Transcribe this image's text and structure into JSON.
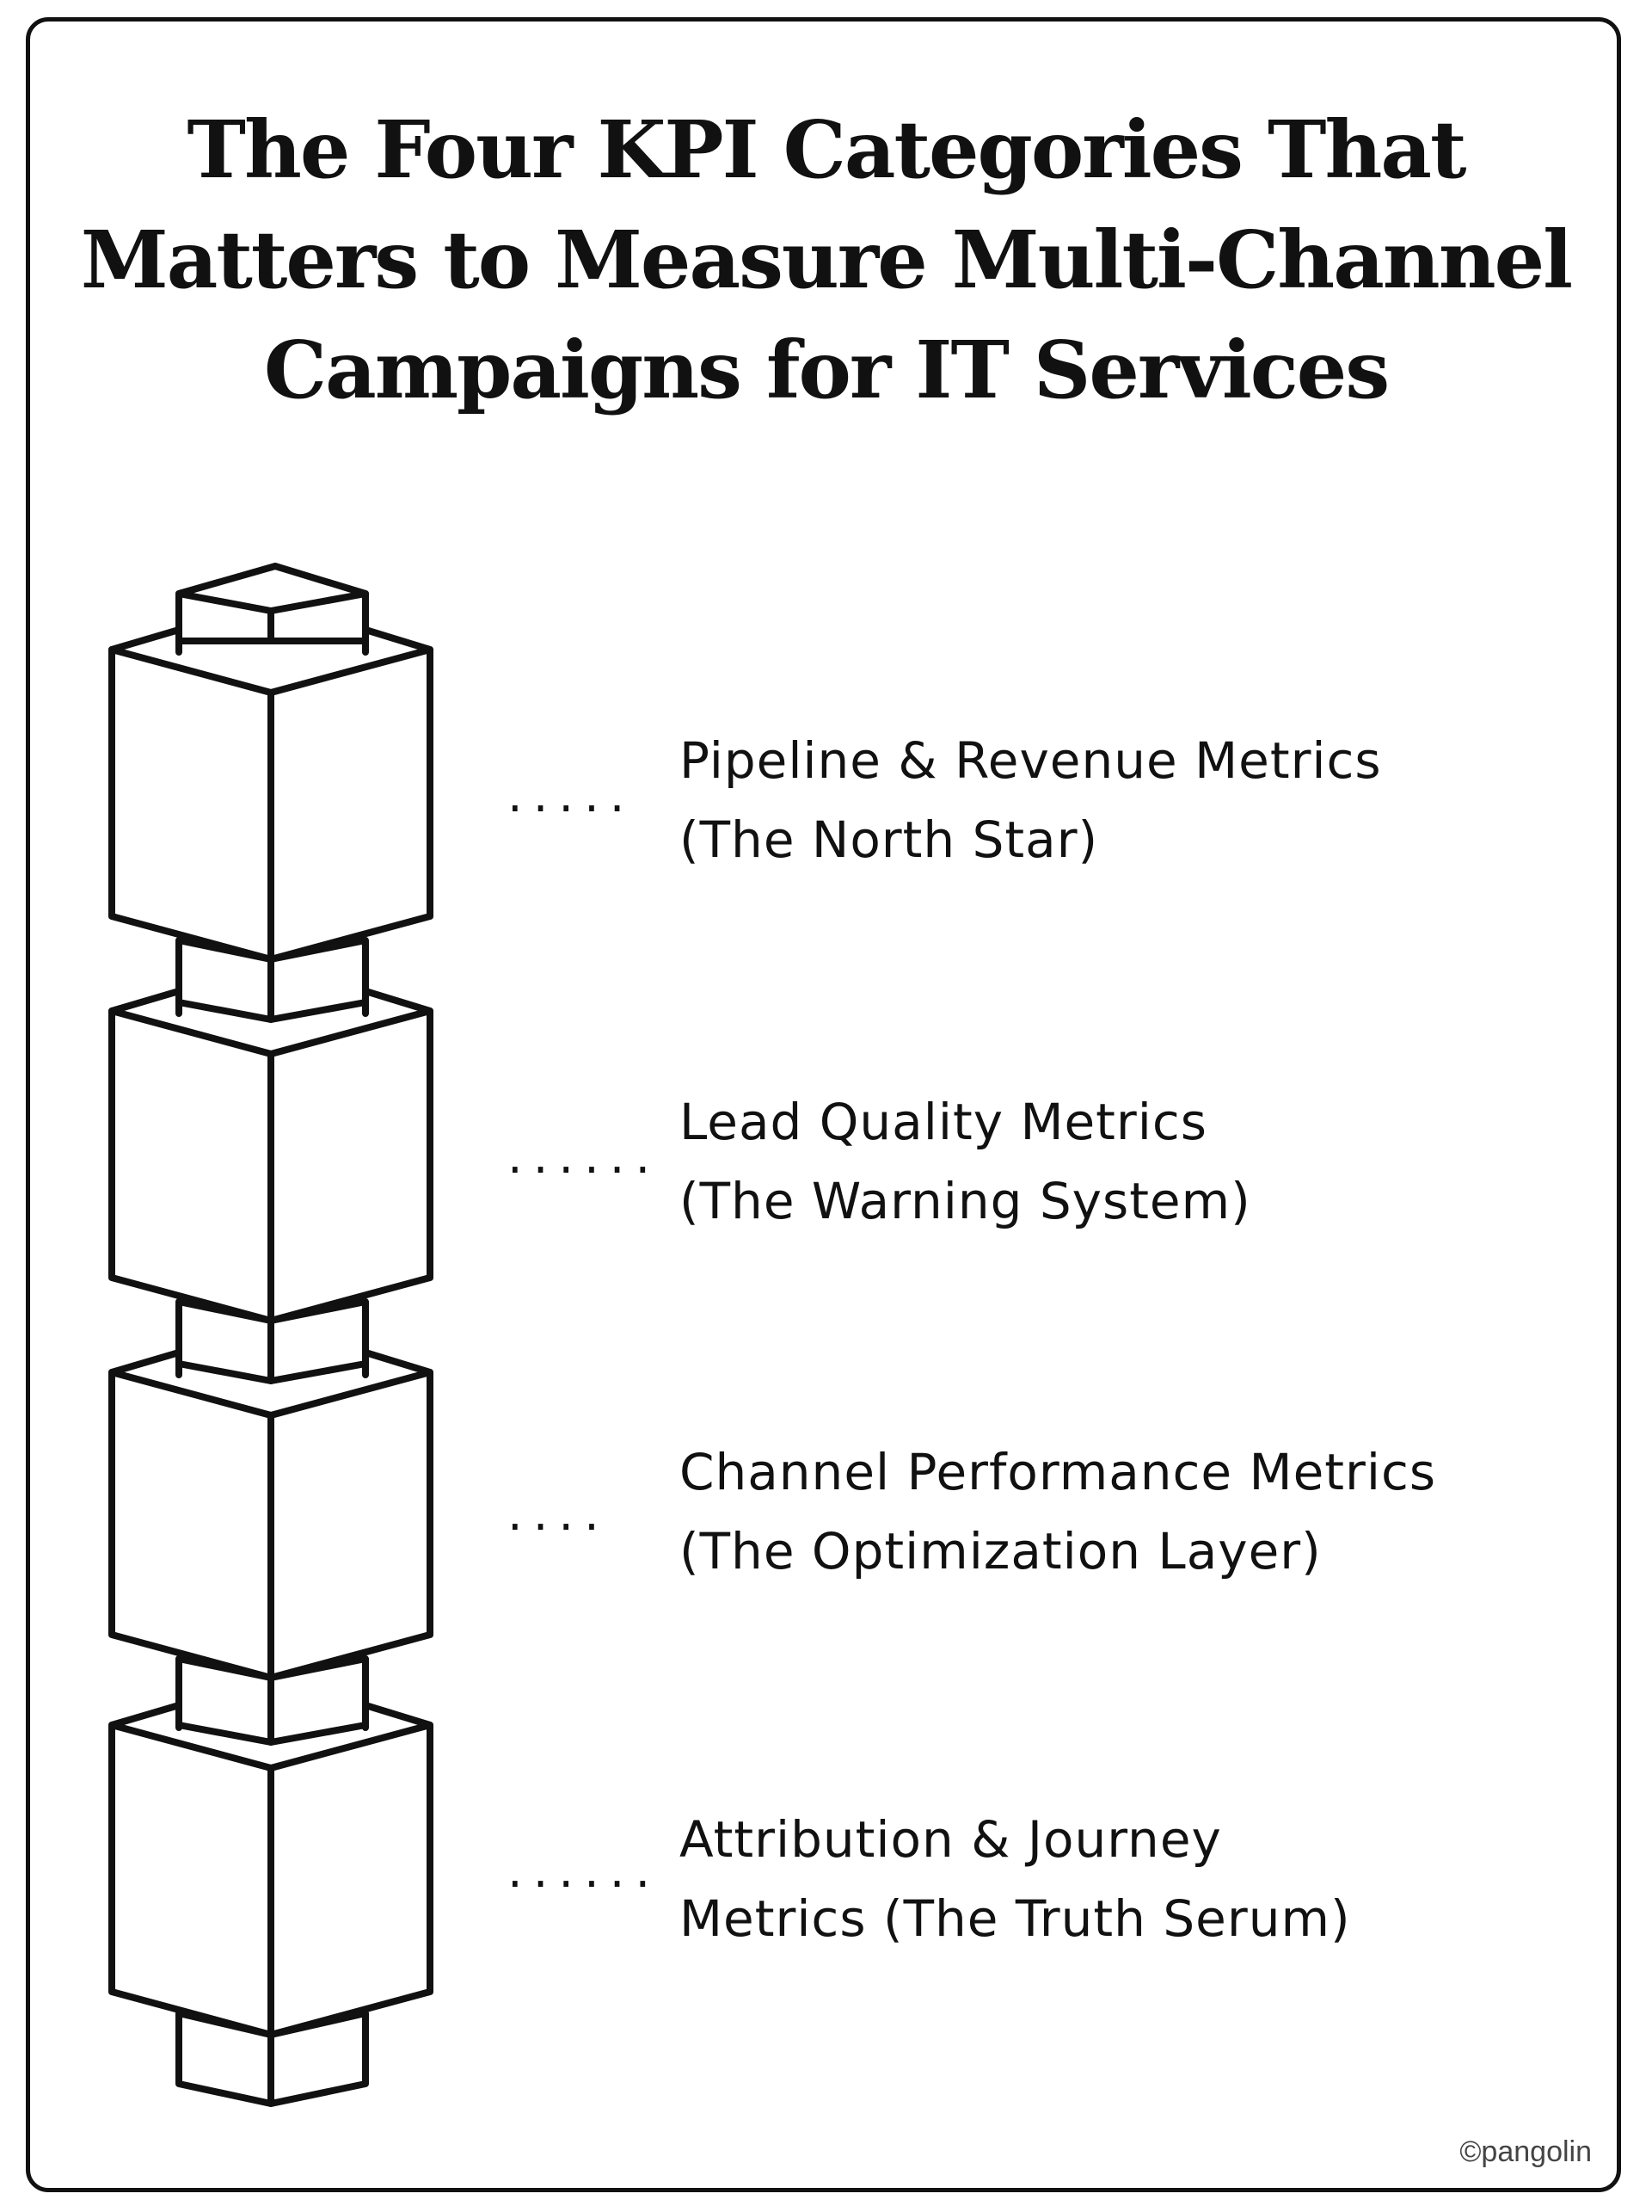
{
  "title": {
    "line1": "The Four KPI Categories That",
    "line2": "Matters to Measure Multi-Channel",
    "line3": "Campaigns for IT Services"
  },
  "levels": [
    {
      "leader": ".....",
      "line1": "Pipeline & Revenue Metrics",
      "line2": "(The North Star)"
    },
    {
      "leader": "......",
      "line1": "Lead Quality Metrics",
      "line2": "(The Warning System)"
    },
    {
      "leader": "....",
      "line1": "Channel Performance Metrics",
      "line2": "(The Optimization Layer)"
    },
    {
      "leader": "......",
      "line1": "Attribution & Journey",
      "line2": "Metrics (The Truth Serum)"
    }
  ],
  "credit": "©pangolin"
}
